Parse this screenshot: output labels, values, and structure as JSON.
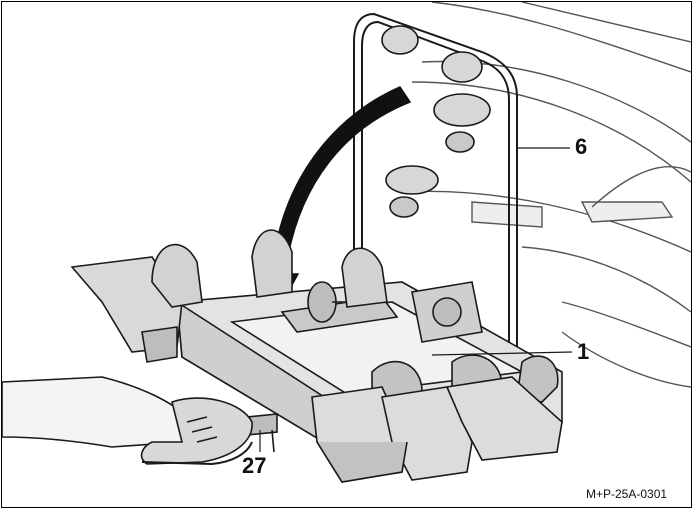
{
  "callouts": {
    "c6": "6",
    "c1": "1",
    "c27": "27"
  },
  "figure_ref": "M+P-25A-0301",
  "colors": {
    "line": "#1a1a1a",
    "fill_light": "#e6e6e6",
    "fill_mid": "#c9c9c9",
    "fill_dark": "#9a9a9a",
    "arrow": "#111111"
  }
}
